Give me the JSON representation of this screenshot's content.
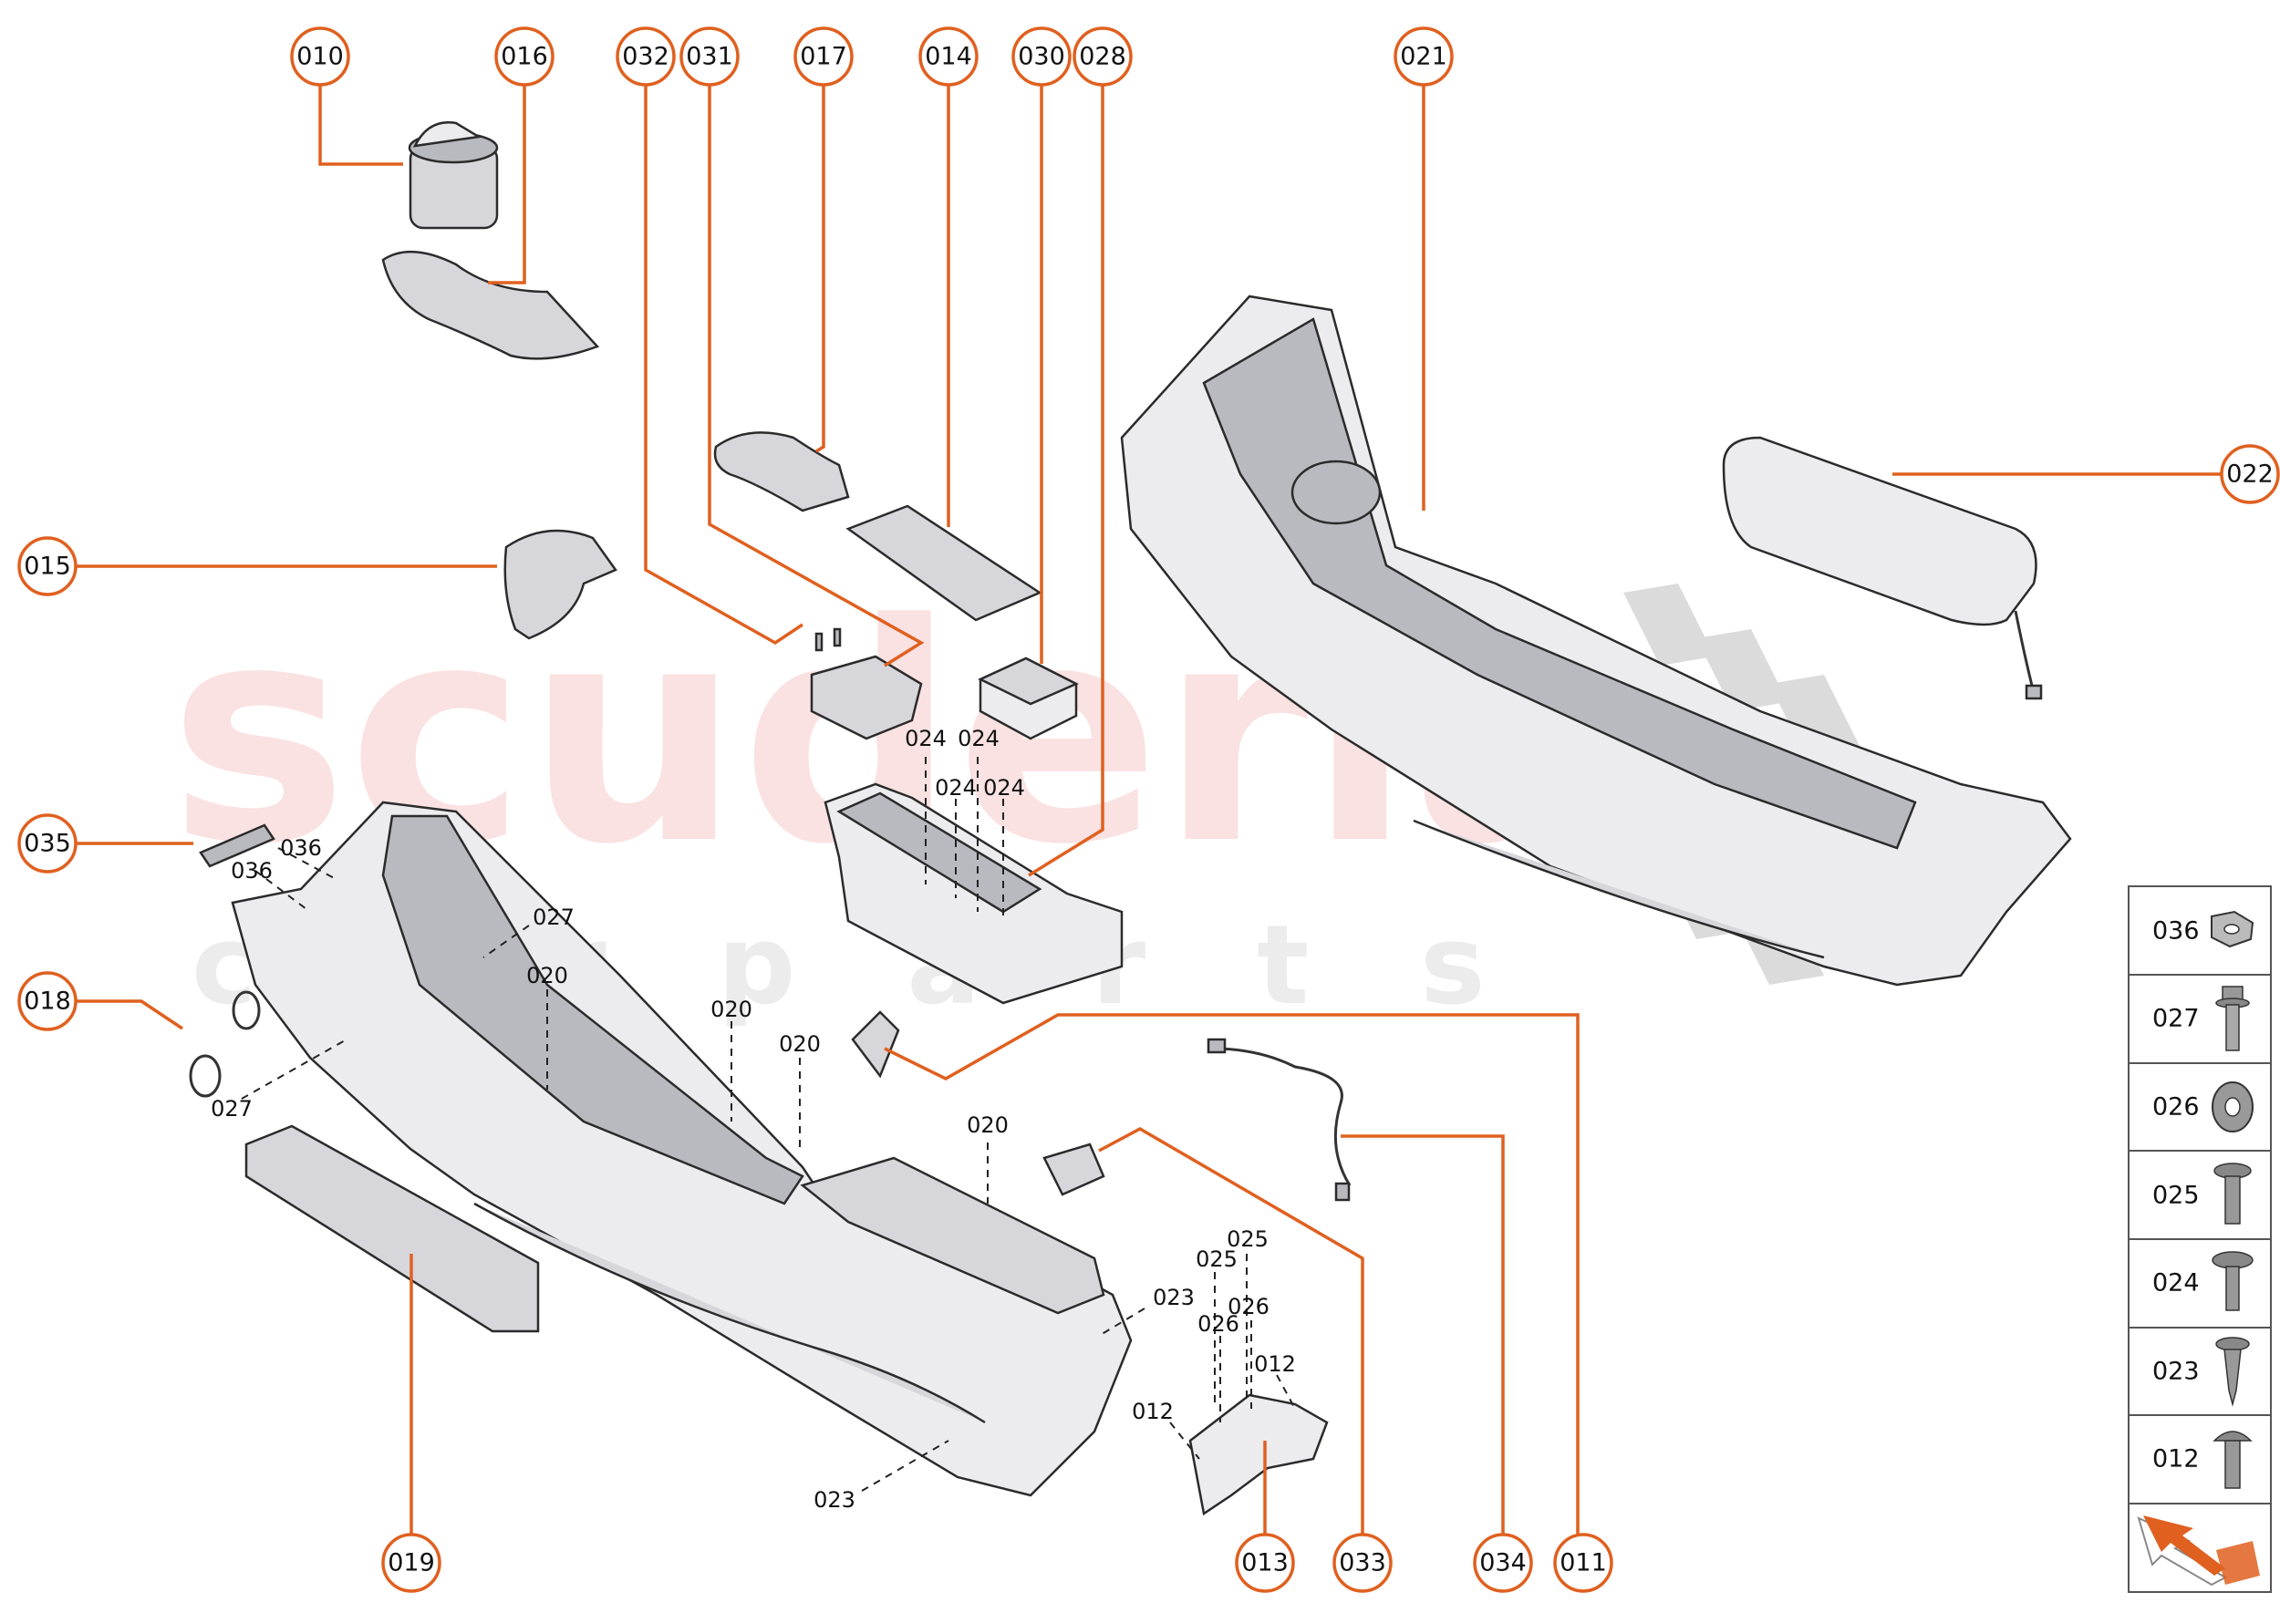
{
  "watermark": {
    "brand": "scuderia",
    "sub": "c a r   p a r t s"
  },
  "colors": {
    "accent": "#e0601f",
    "watermark": "#f6c9cb"
  },
  "callouts": [
    {
      "id": "c010",
      "label": "010"
    },
    {
      "id": "c016",
      "label": "016"
    },
    {
      "id": "c032",
      "label": "032"
    },
    {
      "id": "c031",
      "label": "031"
    },
    {
      "id": "c017",
      "label": "017"
    },
    {
      "id": "c014",
      "label": "014"
    },
    {
      "id": "c030",
      "label": "030"
    },
    {
      "id": "c028",
      "label": "028"
    },
    {
      "id": "c021",
      "label": "021"
    },
    {
      "id": "c022",
      "label": "022"
    },
    {
      "id": "c015",
      "label": "015"
    },
    {
      "id": "c035",
      "label": "035"
    },
    {
      "id": "c018",
      "label": "018"
    },
    {
      "id": "c019",
      "label": "019"
    },
    {
      "id": "c013",
      "label": "013"
    },
    {
      "id": "c033",
      "label": "033"
    },
    {
      "id": "c034",
      "label": "034"
    },
    {
      "id": "c011",
      "label": "011"
    }
  ],
  "sub_labels": [
    {
      "id": "s024a",
      "label": "024"
    },
    {
      "id": "s024b",
      "label": "024"
    },
    {
      "id": "s024c",
      "label": "024"
    },
    {
      "id": "s024d",
      "label": "024"
    },
    {
      "id": "s036a",
      "label": "036"
    },
    {
      "id": "s036b",
      "label": "036"
    },
    {
      "id": "s027a",
      "label": "027"
    },
    {
      "id": "s027b",
      "label": "027"
    },
    {
      "id": "s020a",
      "label": "020"
    },
    {
      "id": "s020b",
      "label": "020"
    },
    {
      "id": "s020c",
      "label": "020"
    },
    {
      "id": "s020d",
      "label": "020"
    },
    {
      "id": "s023a",
      "label": "023"
    },
    {
      "id": "s023b",
      "label": "023"
    },
    {
      "id": "s025a",
      "label": "025"
    },
    {
      "id": "s025b",
      "label": "025"
    },
    {
      "id": "s026a",
      "label": "026"
    },
    {
      "id": "s026b",
      "label": "026"
    },
    {
      "id": "s012a",
      "label": "012"
    },
    {
      "id": "s012b",
      "label": "012"
    }
  ],
  "legend": [
    {
      "label": "036",
      "icon": "nut-icon"
    },
    {
      "label": "027",
      "icon": "flange-bolt-icon"
    },
    {
      "label": "026",
      "icon": "washer-icon"
    },
    {
      "label": "025",
      "icon": "round-head-screw-icon"
    },
    {
      "label": "024",
      "icon": "pan-head-screw-icon"
    },
    {
      "label": "023",
      "icon": "self-tapping-screw-icon"
    },
    {
      "label": "012",
      "icon": "button-head-bolt-icon"
    }
  ],
  "legend_footer_icon": "pointer-arrow-icon"
}
